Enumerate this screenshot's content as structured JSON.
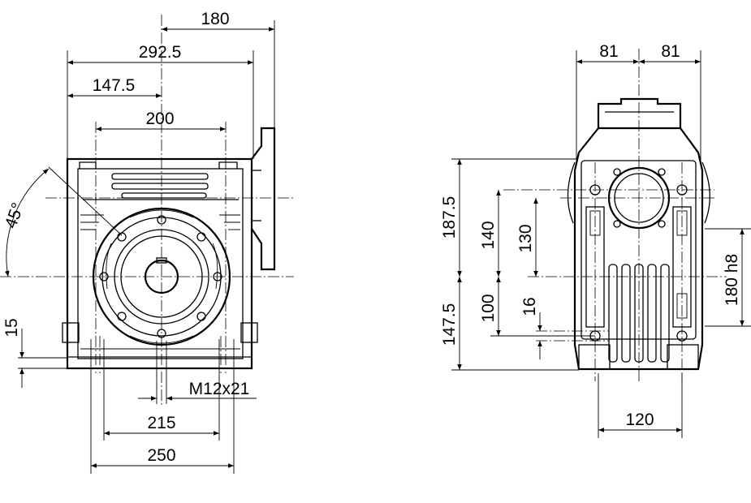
{
  "drawing": {
    "front_view": {
      "dim_180": "180",
      "dim_292_5": "292.5",
      "dim_147_5_top": "147.5",
      "dim_200": "200",
      "dim_45deg": "45°",
      "dim_15": "15",
      "dim_thread": "M12x21",
      "dim_215": "215",
      "dim_250": "250"
    },
    "side_view": {
      "dim_81_left": "81",
      "dim_81_right": "81",
      "dim_187_5": "187.5",
      "dim_140": "140",
      "dim_130": "130",
      "dim_180h8": "180 h8",
      "dim_147_5": "147.5",
      "dim_100": "100",
      "dim_16": "16",
      "dim_120": "120"
    }
  }
}
